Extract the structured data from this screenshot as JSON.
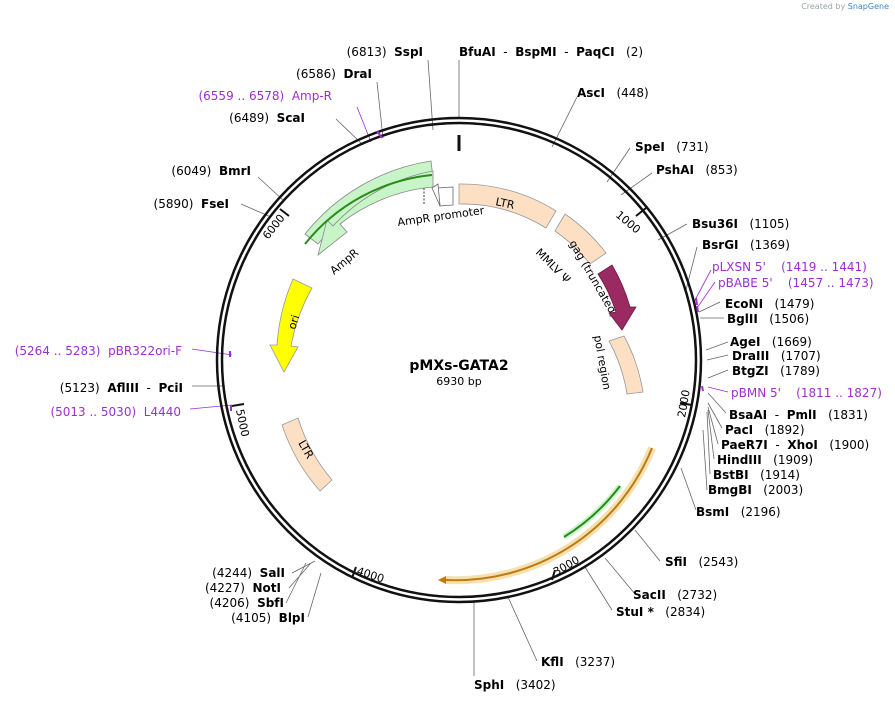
{
  "branding": {
    "created_by": "Created by",
    "app": "SnapGene"
  },
  "plasmid": {
    "name": "pMXs-GATA2",
    "size_label": "6930 bp",
    "length": 6930
  },
  "colors": {
    "backbone": "#111111",
    "ampr": "#c8f5c8",
    "ori": "#ffff00",
    "ltr": "#fde0c4",
    "gag": "#fde0c4",
    "gata2_arrow": "#9b2a62",
    "orf": "#e0a040",
    "primer": "#9b30d0"
  },
  "ticks": [
    "1000",
    "2000",
    "3000",
    "4000",
    "5000",
    "6000"
  ],
  "features": {
    "ltr1": "LTR",
    "ampr_promoter": "AmpR promoter",
    "ampr": "AmpR",
    "gag_line1": "MMLV Ψ",
    "gag_line2": "gag (truncated)",
    "pol": "pol region",
    "ori": "ori",
    "ltr2": "LTR"
  },
  "sites": [
    {
      "id": "bfuai",
      "parts": [
        {
          "t": "BfuAI",
          "k": "enz"
        },
        {
          "t": "  -  ",
          "k": "pos"
        },
        {
          "t": "BspMI",
          "k": "enz"
        },
        {
          "t": "  -  ",
          "k": "pos"
        },
        {
          "t": "PaqCI",
          "k": "enz"
        },
        {
          "t": "   (2)",
          "k": "pos"
        }
      ]
    },
    {
      "id": "sspi",
      "parts": [
        {
          "t": "(6813)  ",
          "k": "pos"
        },
        {
          "t": "SspI",
          "k": "enz"
        }
      ]
    },
    {
      "id": "drai",
      "parts": [
        {
          "t": "(6586)  ",
          "k": "pos"
        },
        {
          "t": "DraI",
          "k": "enz"
        }
      ]
    },
    {
      "id": "ampr_primer",
      "parts": [
        {
          "t": "(6559 .. 6578)  Amp-R",
          "k": "prim"
        }
      ]
    },
    {
      "id": "scai",
      "parts": [
        {
          "t": "(6489)  ",
          "k": "pos"
        },
        {
          "t": "ScaI",
          "k": "enz"
        }
      ]
    },
    {
      "id": "bmri",
      "parts": [
        {
          "t": "(6049)  ",
          "k": "pos"
        },
        {
          "t": "BmrI",
          "k": "enz"
        }
      ]
    },
    {
      "id": "fsei",
      "parts": [
        {
          "t": "(5890)  ",
          "k": "pos"
        },
        {
          "t": "FseI",
          "k": "enz"
        }
      ]
    },
    {
      "id": "pbr322",
      "parts": [
        {
          "t": "(5264 .. 5283)  pBR322ori-F",
          "k": "prim"
        }
      ]
    },
    {
      "id": "afliii",
      "parts": [
        {
          "t": "(5123)  ",
          "k": "pos"
        },
        {
          "t": "AflIII",
          "k": "enz"
        },
        {
          "t": "  -  ",
          "k": "pos"
        },
        {
          "t": "PciI",
          "k": "enz"
        }
      ]
    },
    {
      "id": "l4440",
      "parts": [
        {
          "t": "(5013 .. 5030)  L4440",
          "k": "prim"
        }
      ]
    },
    {
      "id": "asci",
      "parts": [
        {
          "t": "AscI",
          "k": "enz"
        },
        {
          "t": "   (448)",
          "k": "pos"
        }
      ]
    },
    {
      "id": "spei",
      "parts": [
        {
          "t": "SpeI",
          "k": "enz"
        },
        {
          "t": "   (731)",
          "k": "pos"
        }
      ]
    },
    {
      "id": "pshai",
      "parts": [
        {
          "t": "PshAI",
          "k": "enz"
        },
        {
          "t": "   (853)",
          "k": "pos"
        }
      ]
    },
    {
      "id": "bsu36i",
      "parts": [
        {
          "t": "Bsu36I",
          "k": "enz"
        },
        {
          "t": "   (1105)",
          "k": "pos"
        }
      ]
    },
    {
      "id": "bsrgi",
      "parts": [
        {
          "t": "BsrGI",
          "k": "enz"
        },
        {
          "t": "   (1369)",
          "k": "pos"
        }
      ]
    },
    {
      "id": "plxsn",
      "parts": [
        {
          "t": "pLXSN 5'    (1419 .. 1441)",
          "k": "prim"
        }
      ]
    },
    {
      "id": "pbabe",
      "parts": [
        {
          "t": "pBABE 5'    (1457 .. 1473)",
          "k": "prim"
        }
      ]
    },
    {
      "id": "econi",
      "parts": [
        {
          "t": "EcoNI",
          "k": "enz"
        },
        {
          "t": "   (1479)",
          "k": "pos"
        }
      ]
    },
    {
      "id": "bglii",
      "parts": [
        {
          "t": "BglII",
          "k": "enz"
        },
        {
          "t": "   (1506)",
          "k": "pos"
        }
      ]
    },
    {
      "id": "agei",
      "parts": [
        {
          "t": "AgeI",
          "k": "enz"
        },
        {
          "t": "   (1669)",
          "k": "pos"
        }
      ]
    },
    {
      "id": "draiii",
      "parts": [
        {
          "t": "DraIII",
          "k": "enz"
        },
        {
          "t": "   (1707)",
          "k": "pos"
        }
      ]
    },
    {
      "id": "btgzi",
      "parts": [
        {
          "t": "BtgZI",
          "k": "enz"
        },
        {
          "t": "   (1789)",
          "k": "pos"
        }
      ]
    },
    {
      "id": "pbmn",
      "parts": [
        {
          "t": "pBMN 5'    (1811 .. 1827)",
          "k": "prim"
        }
      ]
    },
    {
      "id": "bsaai",
      "parts": [
        {
          "t": "BsaAI",
          "k": "enz"
        },
        {
          "t": "  -  ",
          "k": "pos"
        },
        {
          "t": "PmlI",
          "k": "enz"
        },
        {
          "t": "   (1831)",
          "k": "pos"
        }
      ]
    },
    {
      "id": "paci",
      "parts": [
        {
          "t": "PacI",
          "k": "enz"
        },
        {
          "t": "   (1892)",
          "k": "pos"
        }
      ]
    },
    {
      "id": "paer7i",
      "parts": [
        {
          "t": "PaeR7I",
          "k": "enz"
        },
        {
          "t": "  -  ",
          "k": "pos"
        },
        {
          "t": "XhoI",
          "k": "enz"
        },
        {
          "t": "   (1900)",
          "k": "pos"
        }
      ]
    },
    {
      "id": "hindiii",
      "parts": [
        {
          "t": "HindIII",
          "k": "enz"
        },
        {
          "t": "   (1909)",
          "k": "pos"
        }
      ]
    },
    {
      "id": "bstbi",
      "parts": [
        {
          "t": "BstBI",
          "k": "enz"
        },
        {
          "t": "   (1914)",
          "k": "pos"
        }
      ]
    },
    {
      "id": "bmgbi",
      "parts": [
        {
          "t": "BmgBI",
          "k": "enz"
        },
        {
          "t": "   (2003)",
          "k": "pos"
        }
      ]
    },
    {
      "id": "bsmi",
      "parts": [
        {
          "t": "BsmI",
          "k": "enz"
        },
        {
          "t": "   (2196)",
          "k": "pos"
        }
      ]
    },
    {
      "id": "sfii",
      "parts": [
        {
          "t": "SfiI",
          "k": "enz"
        },
        {
          "t": "   (2543)",
          "k": "pos"
        }
      ]
    },
    {
      "id": "sacii",
      "parts": [
        {
          "t": "SacII",
          "k": "enz"
        },
        {
          "t": "   (2732)",
          "k": "pos"
        }
      ]
    },
    {
      "id": "stui",
      "parts": [
        {
          "t": "StuI *",
          "k": "enz"
        },
        {
          "t": "   (2834)",
          "k": "pos"
        }
      ]
    },
    {
      "id": "kfli",
      "parts": [
        {
          "t": "KflI",
          "k": "enz"
        },
        {
          "t": "   (3237)",
          "k": "pos"
        }
      ]
    },
    {
      "id": "sphi",
      "parts": [
        {
          "t": "SphI",
          "k": "enz"
        },
        {
          "t": "   (3402)",
          "k": "pos"
        }
      ]
    },
    {
      "id": "sali",
      "parts": [
        {
          "t": "(4244)  ",
          "k": "pos"
        },
        {
          "t": "SalI",
          "k": "enz"
        }
      ]
    },
    {
      "id": "noti",
      "parts": [
        {
          "t": "(4227)  ",
          "k": "pos"
        },
        {
          "t": "NotI",
          "k": "enz"
        }
      ]
    },
    {
      "id": "sbfi",
      "parts": [
        {
          "t": "(4206)  ",
          "k": "pos"
        },
        {
          "t": "SbfI",
          "k": "enz"
        }
      ]
    },
    {
      "id": "blpi",
      "parts": [
        {
          "t": "(4105)  ",
          "k": "pos"
        },
        {
          "t": "BlpI",
          "k": "enz"
        }
      ]
    }
  ]
}
